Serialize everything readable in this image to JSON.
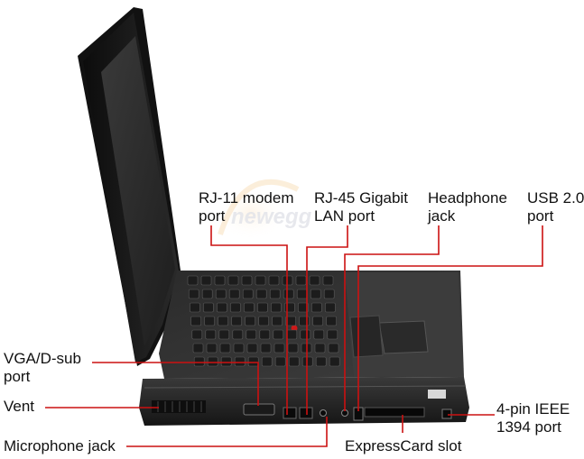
{
  "watermark": "newegg",
  "leader_color": "#cc1111",
  "callouts": {
    "rj11": {
      "line1": "RJ-11 modem",
      "line2": "port"
    },
    "rj45": {
      "line1": "RJ-45 Gigabit",
      "line2": "LAN port"
    },
    "headphone": {
      "line1": "Headphone",
      "line2": "jack"
    },
    "usb": {
      "line1": "USB 2.0",
      "line2": "port"
    },
    "vga": {
      "line1": "VGA/D-sub",
      "line2": "port"
    },
    "vent": {
      "line1": "Vent"
    },
    "microphone": {
      "line1": "Microphone jack"
    },
    "expresscard": {
      "line1": "ExpressCard slot"
    },
    "ieee1394": {
      "line1": "4-pin IEEE",
      "line2": "1394 port"
    }
  }
}
